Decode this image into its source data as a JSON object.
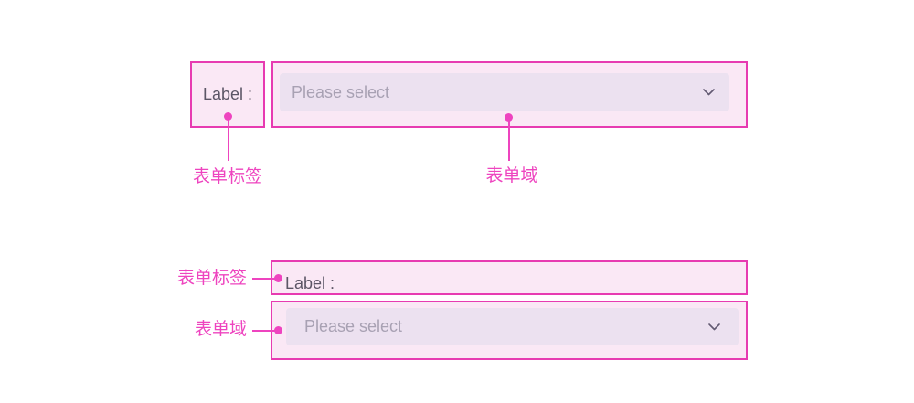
{
  "colors": {
    "overlay_border": "#e73bb1",
    "overlay_fill": "#fae8f5",
    "field_fill": "#ece1f0",
    "placeholder_text": "#a8a1b3",
    "label_text": "#5c5666",
    "annotation": "#ee44bf",
    "chevron": "#625a72"
  },
  "icons": {
    "select_arrow": "chevron-down"
  },
  "horizontal_form": {
    "label_text": "Label :",
    "field_placeholder": "Please select",
    "caption_label": "表单标签",
    "caption_field": "表单域"
  },
  "vertical_form": {
    "label_text": "Label :",
    "field_placeholder": "Please select",
    "caption_label": "表单标签",
    "caption_field": "表单域"
  }
}
